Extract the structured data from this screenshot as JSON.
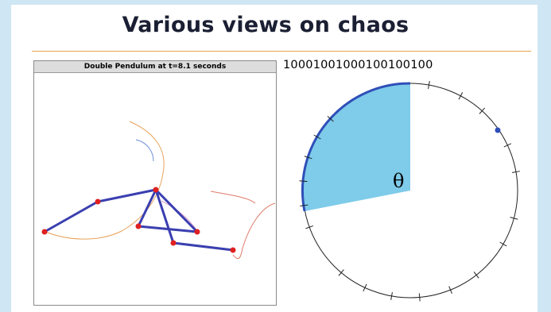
{
  "slide": {
    "title": "Various views on chaos"
  },
  "pendulum_panel": {
    "header": "Double Pendulum at t=8.1 seconds"
  },
  "symbolic_sequence": "10001001000100100100",
  "circle_panel": {
    "angle_label": "θ"
  },
  "colors": {
    "background": "#cfe6f4",
    "title_rule": "#e7a24b",
    "pendulum_arm": "#3a3fb0",
    "pendulum_mass": "#e02020",
    "sector_fill": "#7ecbea",
    "arc_highlight": "#2f4fb8"
  }
}
